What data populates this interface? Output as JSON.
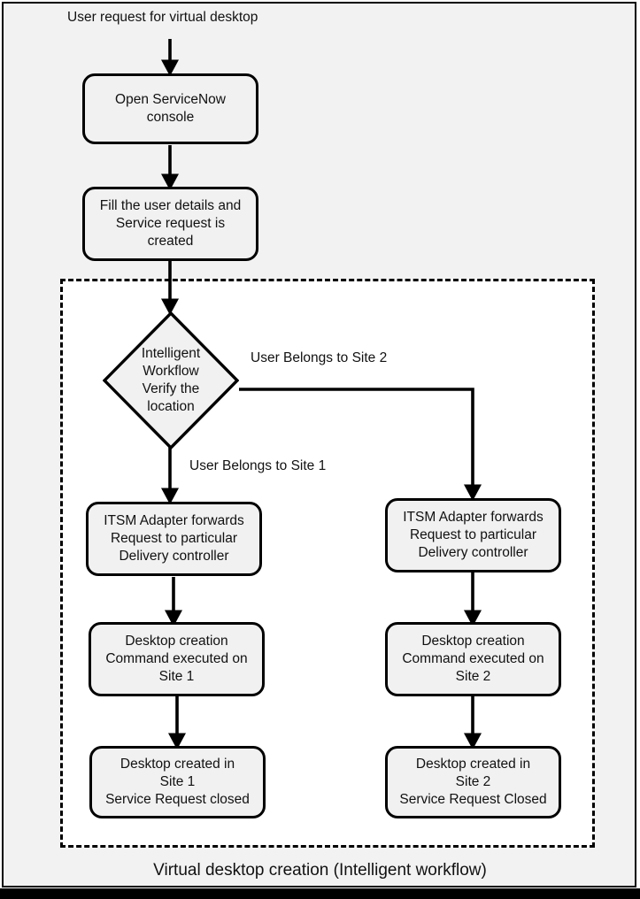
{
  "figure": {
    "caption": "Virtual desktop creation (Intelligent workflow)",
    "background_color": "#f2f2f2",
    "node_fill_color": "#f1f1f1",
    "line_color": "#000000",
    "group_region_fill": "#ffffff"
  },
  "labels": {
    "entry": "User request for virtual desktop",
    "branch_left": "User Belongs to Site 1",
    "branch_right": "User Belongs to Site 2"
  },
  "nodes": {
    "open_console": "Open ServiceNow\nconsole",
    "fill_details": "Fill the user details and\nService request is\ncreated",
    "decision": "Intelligent\nWorkflow\nVerify the\nlocation",
    "itsm_left": "ITSM Adapter forwards\nRequest to particular\nDelivery controller",
    "itsm_right": "ITSM Adapter forwards\nRequest to particular\nDelivery controller",
    "command_left": "Desktop creation\nCommand executed on\nSite 1",
    "command_right": "Desktop creation\nCommand executed on\nSite 2",
    "created_left": "Desktop created in\nSite 1\nService Request closed",
    "created_right": "Desktop created in\nSite 2\nService Request Closed"
  },
  "flow": {
    "type": "flowchart",
    "direction": "top-to-bottom",
    "steps": [
      "User request for virtual desktop",
      "Open ServiceNow console",
      "Fill the user details and Service request is created",
      "Intelligent Workflow Verify the location"
    ],
    "branches": [
      {
        "condition": "User Belongs to Site 1",
        "steps": [
          "ITSM Adapter forwards Request to particular Delivery controller",
          "Desktop creation Command executed on Site 1",
          "Desktop created in Site 1 Service Request closed"
        ]
      },
      {
        "condition": "User Belongs to Site 2",
        "steps": [
          "ITSM Adapter forwards Request to particular Delivery controller",
          "Desktop creation Command executed on Site 2",
          "Desktop created in Site 2 Service Request Closed"
        ]
      }
    ]
  }
}
